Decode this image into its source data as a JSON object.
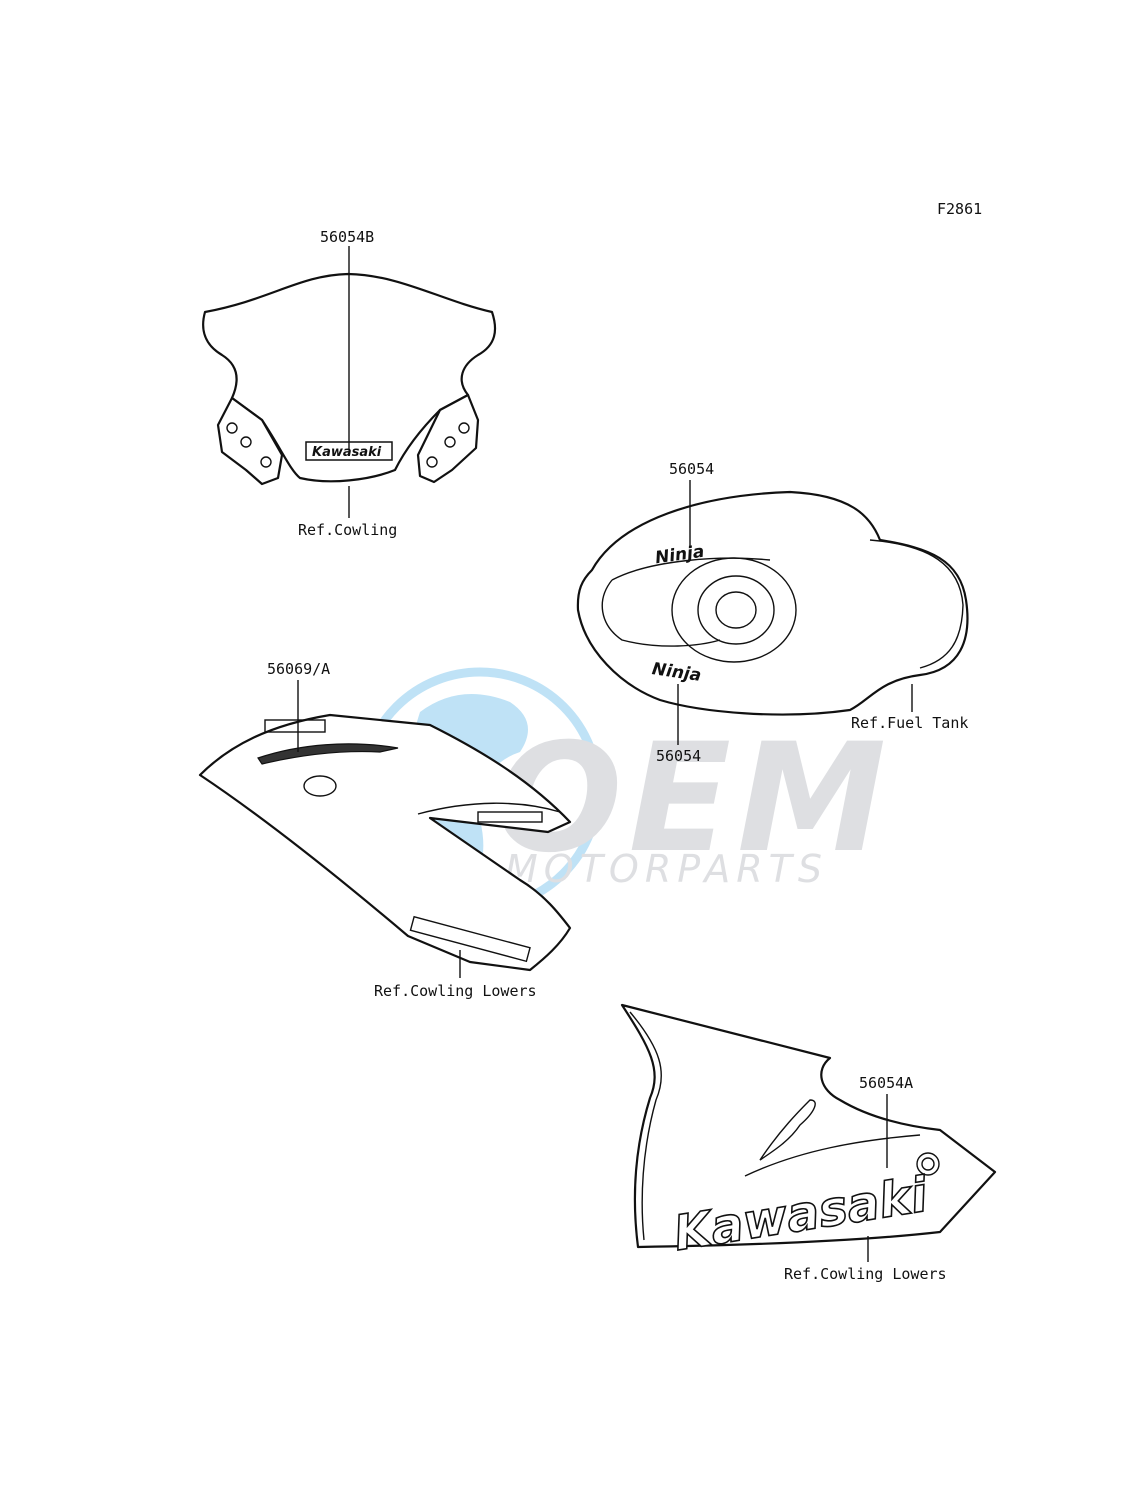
{
  "figure_code": "F2861",
  "parts": {
    "windshield_decal": "56054B",
    "tank_decal_upper": "56054",
    "tank_decal_lower": "56054",
    "left_cowling_decal": "56069/A",
    "right_cowling_decal": "56054A"
  },
  "references": {
    "cowling": "Ref.Cowling",
    "fuel_tank": "Ref.Fuel Tank",
    "cowling_lowers_left": "Ref.Cowling Lowers",
    "cowling_lowers_right": "Ref.Cowling Lowers"
  },
  "decal_text": {
    "kawasaki": "Kawasaki",
    "ninja": "Ninja"
  },
  "watermark": {
    "brand": "OEM",
    "tagline": "MOTORPARTS",
    "color": "#1e9be0"
  }
}
